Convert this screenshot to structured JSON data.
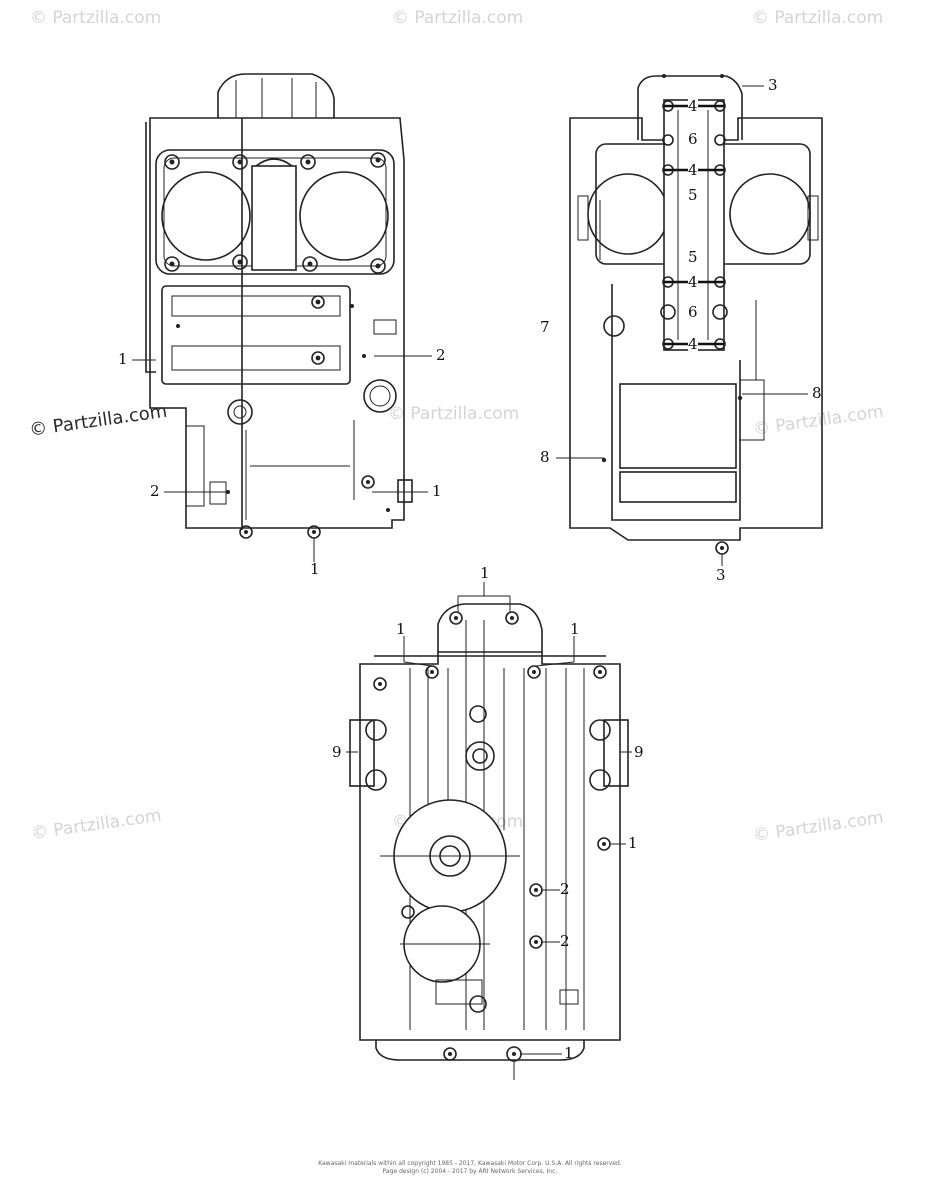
{
  "watermarks": {
    "brand": "© Partzilla.com",
    "main_logo": "© Partzilla.com"
  },
  "views": {
    "top_left": {
      "callouts": {
        "c1_left": "1",
        "c2_right": "2",
        "c2_left": "2",
        "c1_right": "1",
        "c1_bottom": "1"
      }
    },
    "top_right": {
      "callouts": {
        "c3_top": "3",
        "c4_a": "4",
        "c6_a": "6",
        "c4_b": "4",
        "c5_a": "5",
        "c5_b": "5",
        "c4_c": "4",
        "c6_b": "6",
        "c4_d": "4",
        "c7": "7",
        "c8_right": "8",
        "c8_left": "8",
        "c3_bottom": "3"
      }
    },
    "bottom": {
      "callouts": {
        "c1_top": "1",
        "c1_tl": "1",
        "c1_tr": "1",
        "c9_left": "9",
        "c9_right": "9",
        "c1_mid": "1",
        "c2_a": "2",
        "c2_b": "2",
        "c1_bot": "1"
      }
    }
  },
  "footer": {
    "line1": "Kawasaki materials within all copyright 1985 - 2017, Kawasaki Motor Corp. U.S.A. All rights reserved.",
    "line2": "Page design (c) 2004 - 2017 by ARI Network Services, Inc."
  }
}
